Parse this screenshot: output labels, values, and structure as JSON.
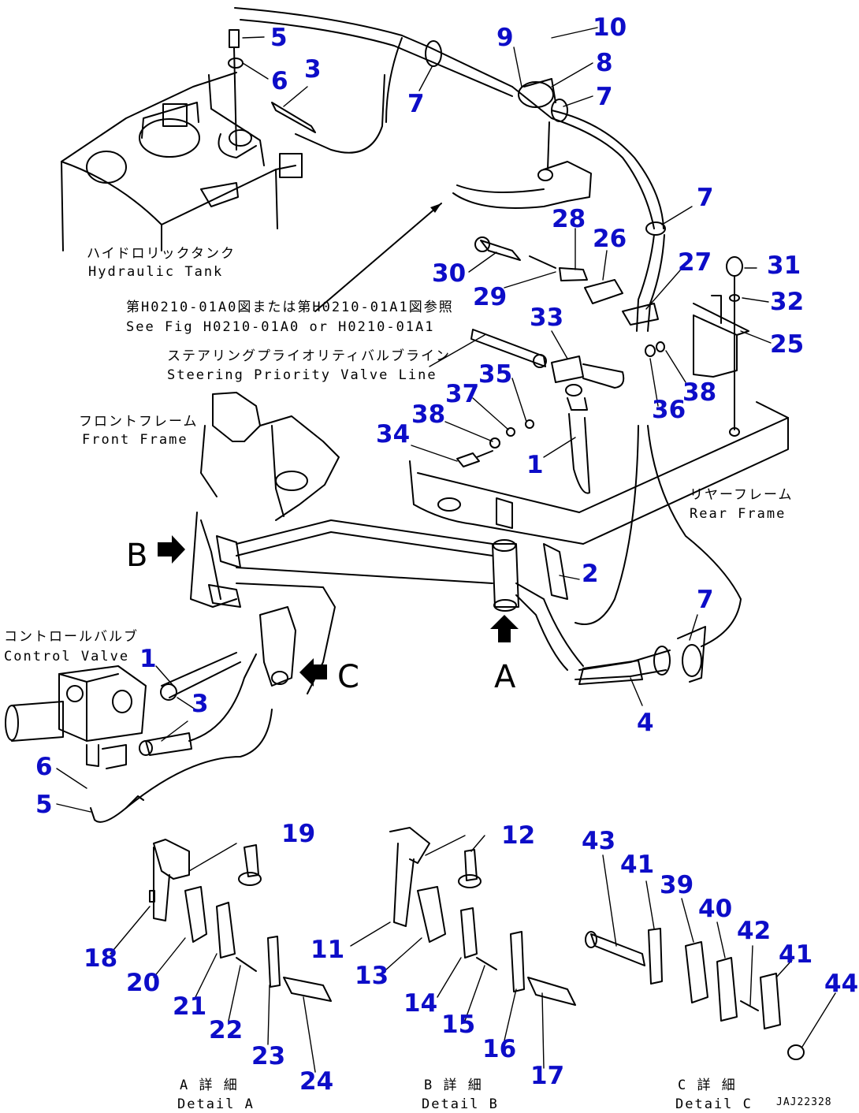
{
  "parts": {
    "p1a": "1",
    "p1b": "1",
    "p2": "2",
    "p3a": "3",
    "p3b": "3",
    "p4": "4",
    "p5a": "5",
    "p5b": "5",
    "p6a": "6",
    "p6b": "6",
    "p7a": "7",
    "p7b": "7",
    "p7c": "7",
    "p7d": "7",
    "p8": "8",
    "p9": "9",
    "p10": "10",
    "p11": "11",
    "p12": "12",
    "p13": "13",
    "p14": "14",
    "p15": "15",
    "p16": "16",
    "p17": "17",
    "p18": "18",
    "p19": "19",
    "p20": "20",
    "p21": "21",
    "p22": "22",
    "p23": "23",
    "p24": "24",
    "p25": "25",
    "p26": "26",
    "p27": "27",
    "p28": "28",
    "p29": "29",
    "p30": "30",
    "p31": "31",
    "p32": "32",
    "p33": "33",
    "p34": "34",
    "p35": "35",
    "p36": "36",
    "p37": "37",
    "p38a": "38",
    "p38b": "38",
    "p39": "39",
    "p40": "40",
    "p41a": "41",
    "p41b": "41",
    "p42": "42",
    "p43": "43",
    "p44": "44"
  },
  "labels": {
    "tank_jp": "ハイドロリックタンク",
    "tank_en": "Hydraulic Tank",
    "fig_jp": "第H0210-01A0図または第H0210-01A1図参照",
    "fig_en": "See Fig H0210-01A0 or H0210-01A1",
    "steer_jp": "ステアリングプライオリティバルブライン",
    "steer_en": "Steering Priority Valve Line",
    "front_jp": "フロントフレーム",
    "front_en": "Front Frame",
    "rear_jp": "リヤーフレーム",
    "rear_en": "Rear Frame",
    "control_jp": "コントロールバルブ",
    "control_en": "Control Valve",
    "detail_a_jp": "A 詳 細",
    "detail_a_en": "Detail A",
    "detail_b_jp": "B 詳 細",
    "detail_b_en": "Detail B",
    "detail_c_jp": "C 詳 細",
    "detail_c_en": "Detail C",
    "view_a": "A",
    "view_b": "B",
    "view_c": "C",
    "drawing_code": "JAJ22328"
  }
}
